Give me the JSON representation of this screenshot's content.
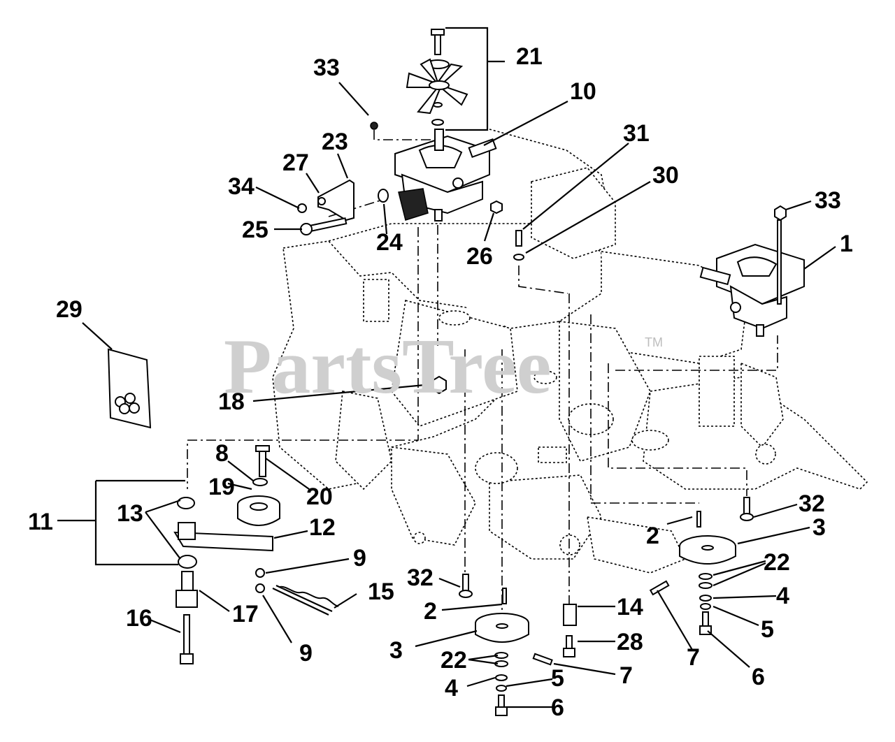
{
  "watermark": {
    "text": "PartsTree",
    "trademark": "TM"
  },
  "callouts": {
    "c1": "1",
    "c2a": "2",
    "c2b": "2",
    "c3a": "3",
    "c3b": "3",
    "c4a": "4",
    "c4b": "4",
    "c5a": "5",
    "c5b": "5",
    "c6a": "6",
    "c6b": "6",
    "c7a": "7",
    "c7b": "7",
    "c8": "8",
    "c9a": "9",
    "c9b": "9",
    "c10": "10",
    "c11": "11",
    "c12": "12",
    "c13": "13",
    "c14": "14",
    "c15": "15",
    "c16": "16",
    "c17": "17",
    "c18": "18",
    "c19": "19",
    "c20": "20",
    "c21": "21",
    "c22a": "22",
    "c22b": "22",
    "c23": "23",
    "c24": "24",
    "c25": "25",
    "c26": "26",
    "c27": "27",
    "c28": "28",
    "c29": "29",
    "c30": "30",
    "c31": "31",
    "c32a": "32",
    "c32b": "32",
    "c33a": "33",
    "c33b": "33",
    "c34": "34"
  }
}
